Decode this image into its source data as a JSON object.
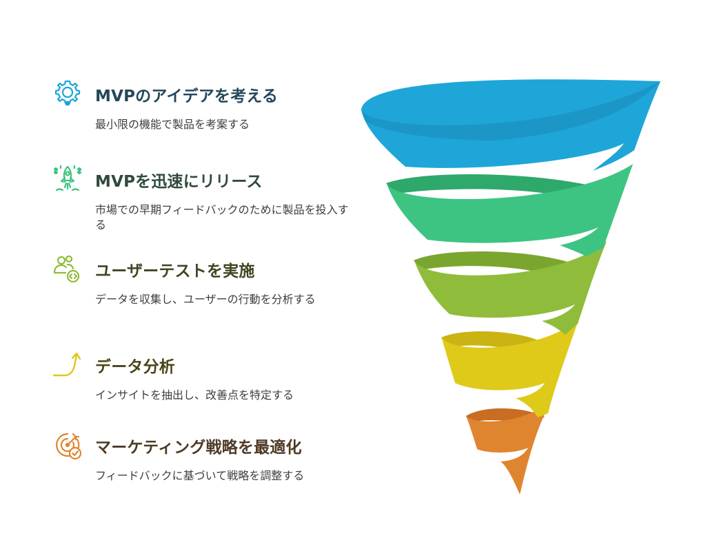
{
  "steps": [
    {
      "title": "MVPのアイデアを考える",
      "description": "最小限の機能で製品を考案する",
      "icon": "lightbulb-gear-icon",
      "color": "#1aa4d8",
      "title_color": "#26475a"
    },
    {
      "title": "MVPを迅速にリリース",
      "description": "市場での早期フィードバックのために製品を投入する",
      "icon": "rocket-icon",
      "color": "#3cc27e",
      "title_color": "#2f4a3c"
    },
    {
      "title": "ユーザーテストを実施",
      "description": "データを収集し、ユーザーの行動を分析する",
      "icon": "users-code-icon",
      "color": "#8fbc3a",
      "title_color": "#3e4622"
    },
    {
      "title": "データ分析",
      "description": "インサイトを抽出し、改善点を特定する",
      "icon": "trend-arrow-icon",
      "color": "#dfc818",
      "title_color": "#4a4418"
    },
    {
      "title": "マーケティング戦略を最適化",
      "description": "フィードバックに基づいて戦略を調整する",
      "icon": "target-check-icon",
      "color": "#e0842e",
      "title_color": "#4e3a26"
    }
  ],
  "funnel_colors": [
    "#1ea6d9",
    "#3dc482",
    "#8fbd3b",
    "#dfca1a",
    "#e0852f"
  ]
}
